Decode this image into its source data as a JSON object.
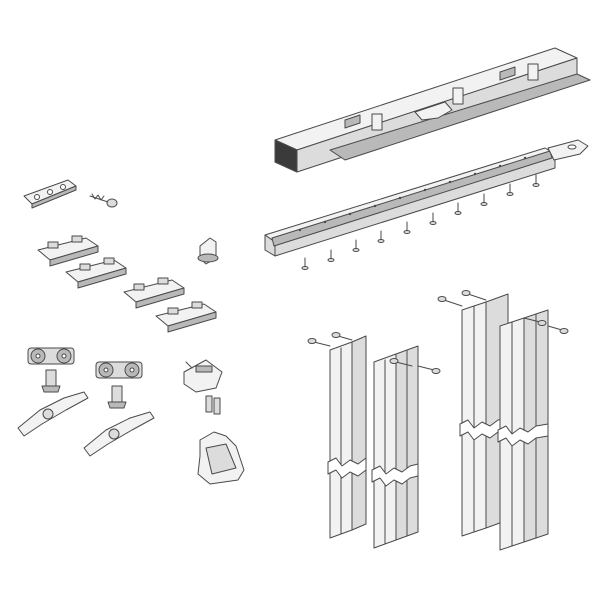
{
  "colors": {
    "background": "#ffffff",
    "outline": "#4a4a4a",
    "metal_light": "#f2f2f2",
    "metal_mid": "#dcdcdc",
    "metal_dark": "#b9b9b9",
    "end_cap": "#3a3a3a"
  },
  "parts": [
    {
      "name": "top-track-rail",
      "count": 1
    },
    {
      "name": "perforated-mounting-channel",
      "count": 1
    },
    {
      "name": "mounting-screw",
      "count": 9
    },
    {
      "name": "connector-plate",
      "count": 1
    },
    {
      "name": "wall-screw",
      "count": 1
    },
    {
      "name": "guide-bracket",
      "count": 4
    },
    {
      "name": "small-guide",
      "count": 1
    },
    {
      "name": "roller-carriage",
      "count": 2
    },
    {
      "name": "hanger-bolt",
      "count": 2
    },
    {
      "name": "hanging-plate",
      "count": 2
    },
    {
      "name": "end-stopper",
      "count": 1
    },
    {
      "name": "spacer-pin",
      "count": 2
    },
    {
      "name": "hardware-bag",
      "count": 1
    },
    {
      "name": "vertical-door-profile",
      "count": 4
    },
    {
      "name": "profile-screw",
      "count": 8
    }
  ]
}
